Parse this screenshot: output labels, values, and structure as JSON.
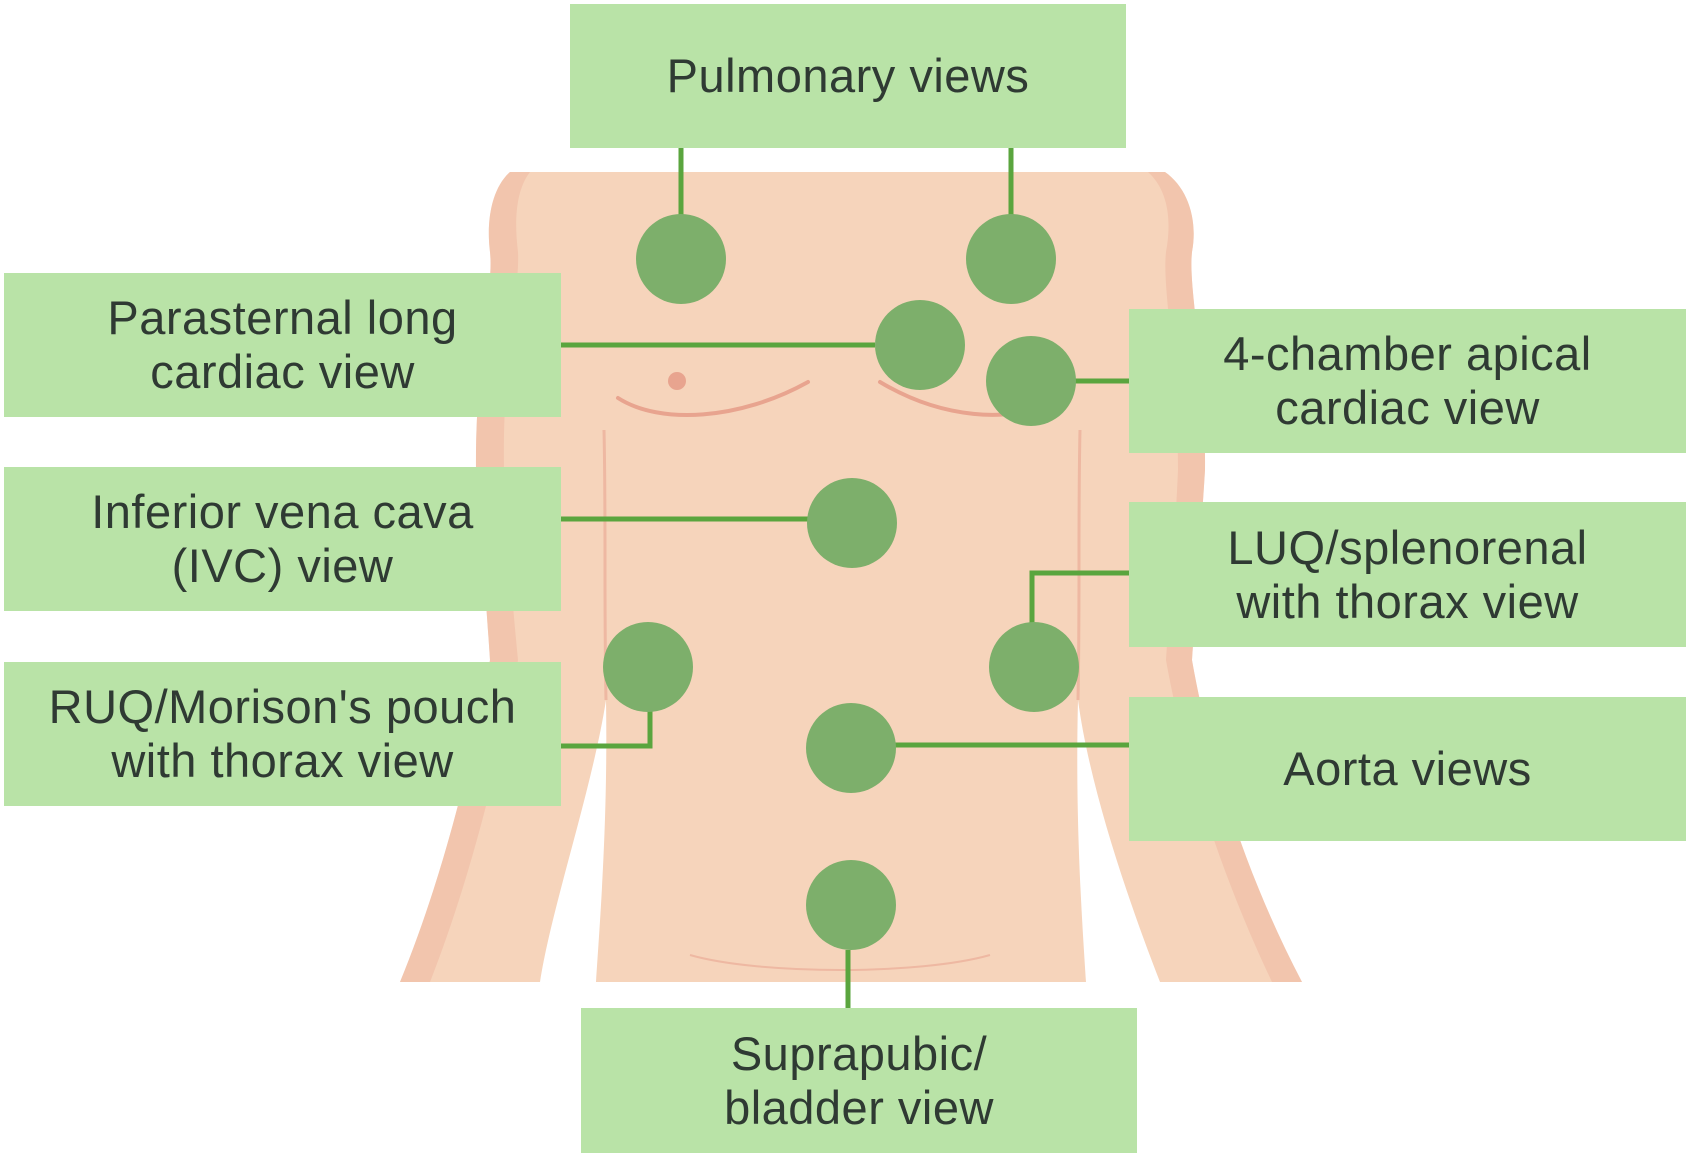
{
  "colors": {
    "background": "#ffffff",
    "skin": "#f6d4bb",
    "skin_shadow": "#eeb8a2",
    "label_fill": "#b9e3a7",
    "label_text": "#2f3a33",
    "probe_dot": "#7daf6b",
    "connector": "#5aa53e",
    "accent_line": "#e8a48f"
  },
  "labels": {
    "pulmonary": "Pulmonary views",
    "parasternal": "Parasternal long\ncardiac view",
    "four_chamber": "4-chamber apical\ncardiac view",
    "ivc": "Inferior vena cava\n(IVC) view",
    "luq": "LUQ/splenorenal\nwith thorax view",
    "ruq": "RUQ/Morison's pouch\nwith thorax view",
    "aorta": "Aorta views",
    "suprapubic": "Suprapubic/\nbladder view"
  }
}
